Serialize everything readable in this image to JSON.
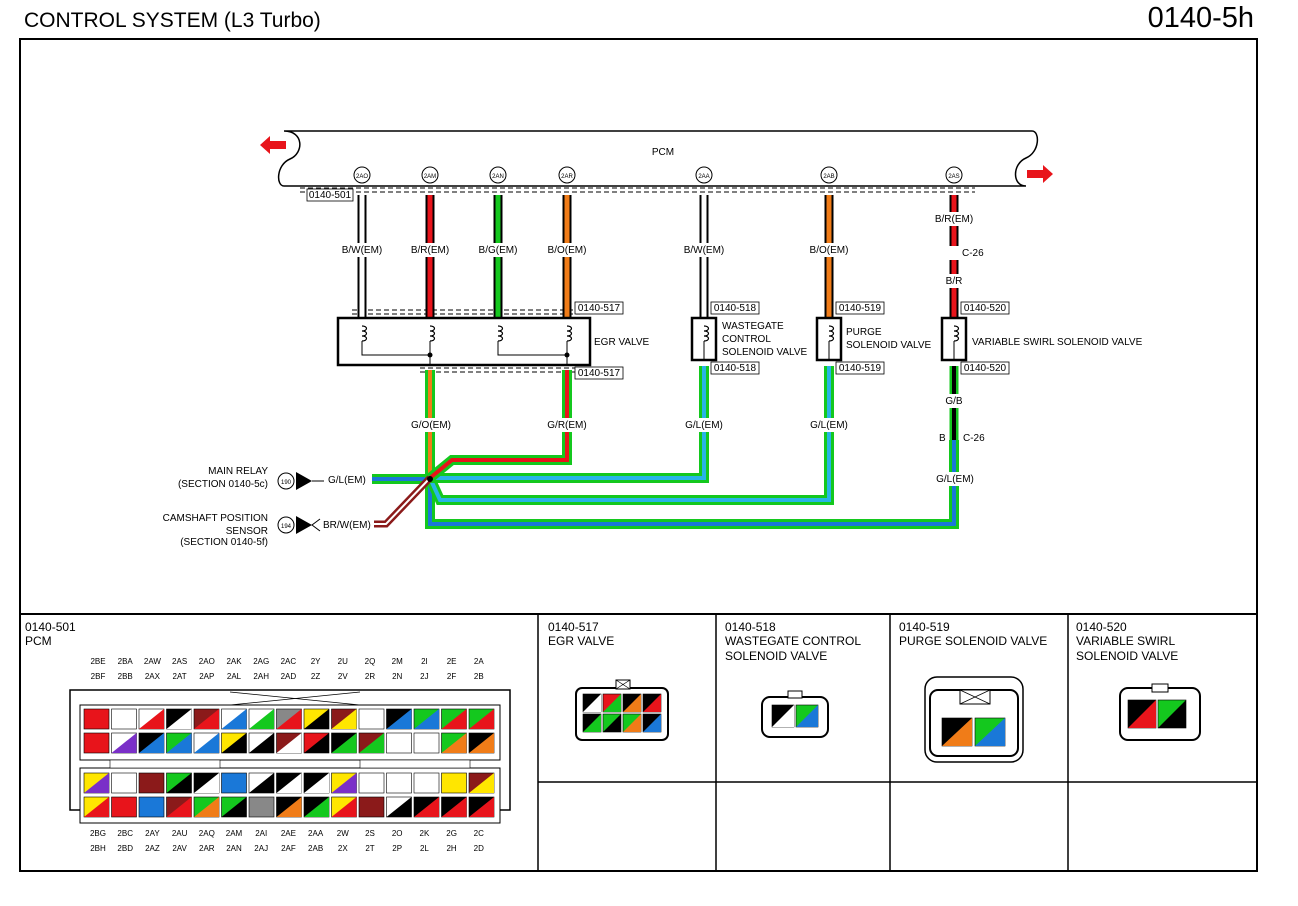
{
  "header": {
    "title": "CONTROL SYSTEM (L3 Turbo)",
    "page_id": "0140-5h"
  },
  "pcm": {
    "label": "PCM",
    "terminals": [
      "2AO",
      "2AM",
      "2AN",
      "2AR",
      "2AA",
      "2AB",
      "2AS"
    ]
  },
  "wires_top": [
    "B/W(EM)",
    "B/R(EM)",
    "B/G(EM)",
    "B/O(EM)",
    "B/W(EM)",
    "B/O(EM)",
    "B/R(EM)"
  ],
  "swirl_wires": {
    "c26": "C-26",
    "br": "B/R",
    "gb": "G/B",
    "b": "B",
    "c26b": "C-26",
    "glem": "G/L(EM)"
  },
  "connector_refs": {
    "pcm": "0140-501",
    "egr": "0140-517",
    "wastegate": "0140-518",
    "purge": "0140-519",
    "swirl": "0140-520"
  },
  "components": {
    "egr": "EGR VALVE",
    "wastegate": [
      "WASTEGATE",
      "CONTROL",
      "SOLENOID VALVE"
    ],
    "purge": [
      "PURGE",
      "SOLENOID VALVE"
    ],
    "swirl": "VARIABLE SWIRL SOLENOID VALVE"
  },
  "wires_bottom": {
    "egr_left": "G/O(EM)",
    "egr_right": "G/R(EM)",
    "wastegate": "G/L(EM)",
    "purge": "G/L(EM)"
  },
  "main_relay": {
    "lines": [
      "MAIN RELAY",
      "(SECTION 0140-5c)"
    ],
    "ref": "190",
    "wire": "G/L(EM)"
  },
  "cmp_sensor": {
    "lines": [
      "CAMSHAFT POSITION",
      "SENSOR",
      "(SECTION 0140-5f)"
    ],
    "ref": "194",
    "wire": "BR/W(EM)"
  },
  "connector_panels": [
    {
      "code": "0140-501",
      "name": [
        "PCM"
      ]
    },
    {
      "code": "0140-517",
      "name": [
        "EGR VALVE"
      ]
    },
    {
      "code": "0140-518",
      "name": [
        "WASTEGATE CONTROL",
        "SOLENOID VALVE"
      ]
    },
    {
      "code": "0140-519",
      "name": [
        "PURGE SOLENOID VALVE"
      ]
    },
    {
      "code": "0140-520",
      "name": [
        "VARIABLE SWIRL",
        "SOLENOID VALVE"
      ]
    }
  ],
  "pcm_pins": {
    "top1": [
      "2BE",
      "2BA",
      "2AW",
      "2AS",
      "2AO",
      "2AK",
      "2AG",
      "2AC",
      "2Y",
      "2U",
      "2Q",
      "2M",
      "2I",
      "2E",
      "2A"
    ],
    "top2": [
      "2BF",
      "2BB",
      "2AX",
      "2AT",
      "2AP",
      "2AL",
      "2AH",
      "2AD",
      "2Z",
      "2V",
      "2R",
      "2N",
      "2J",
      "2F",
      "2B"
    ],
    "bot1": [
      "2BG",
      "2BC",
      "2AY",
      "2AU",
      "2AQ",
      "2AM",
      "2AI",
      "2AE",
      "2AA",
      "2W",
      "2S",
      "2O",
      "2K",
      "2G",
      "2C"
    ],
    "bot2": [
      "2BH",
      "2BD",
      "2AZ",
      "2AV",
      "2AR",
      "2AN",
      "2AJ",
      "2AF",
      "2AB",
      "2X",
      "2T",
      "2P",
      "2L",
      "2H",
      "2D"
    ]
  },
  "colors": {
    "red": "#e8141b",
    "green": "#14c81e",
    "orange": "#f07c18",
    "blue": "#1a78d8",
    "cyan": "#28b4e6",
    "brown": "#8b1a1a",
    "yellow": "#ffe600"
  }
}
